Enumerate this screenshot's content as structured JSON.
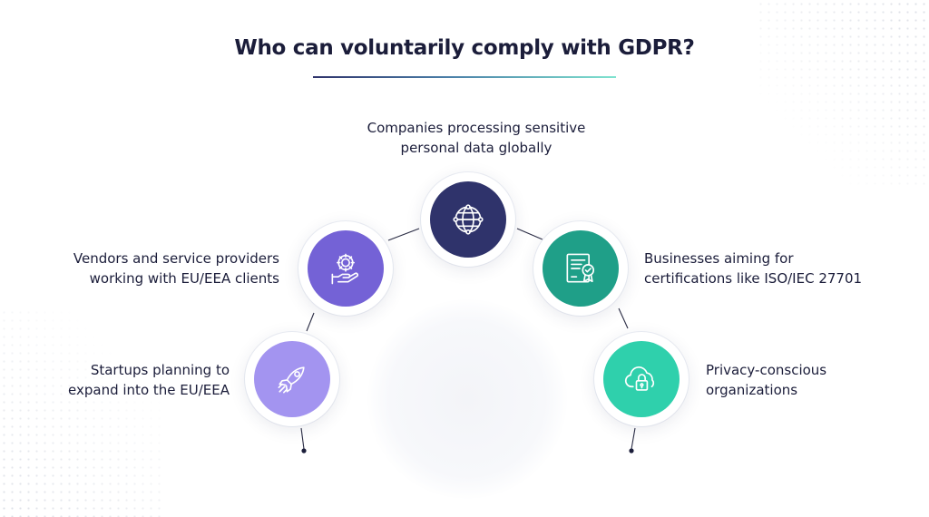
{
  "title": "Who can voluntarily comply with GDPR?",
  "colors": {
    "title_text": "#1b1d3a",
    "navy": "#2f336b",
    "purple": "#7462d6",
    "lavender": "#a394f0",
    "teal": "#1f9f88",
    "mint": "#2fd0ac"
  },
  "items": [
    {
      "id": "global",
      "label_line1": "Companies processing sensitive",
      "label_line2": "personal data globally",
      "icon": "globe-icon",
      "color": "#2f336b"
    },
    {
      "id": "vendors",
      "label_line1": "Vendors and service providers",
      "label_line2": "working with EU/EEA clients",
      "icon": "gear-hand-icon",
      "color": "#7462d6"
    },
    {
      "id": "certifications",
      "label_line1": "Businesses aiming for",
      "label_line2": "certifications like ISO/IEC 27701",
      "icon": "certificate-icon",
      "color": "#1f9f88"
    },
    {
      "id": "startups",
      "label_line1": "Startups planning to",
      "label_line2": "expand into the EU/EEA",
      "icon": "rocket-icon",
      "color": "#a394f0"
    },
    {
      "id": "privacy",
      "label_line1": "Privacy-conscious",
      "label_line2": "organizations",
      "icon": "cloud-lock-icon",
      "color": "#2fd0ac"
    }
  ]
}
